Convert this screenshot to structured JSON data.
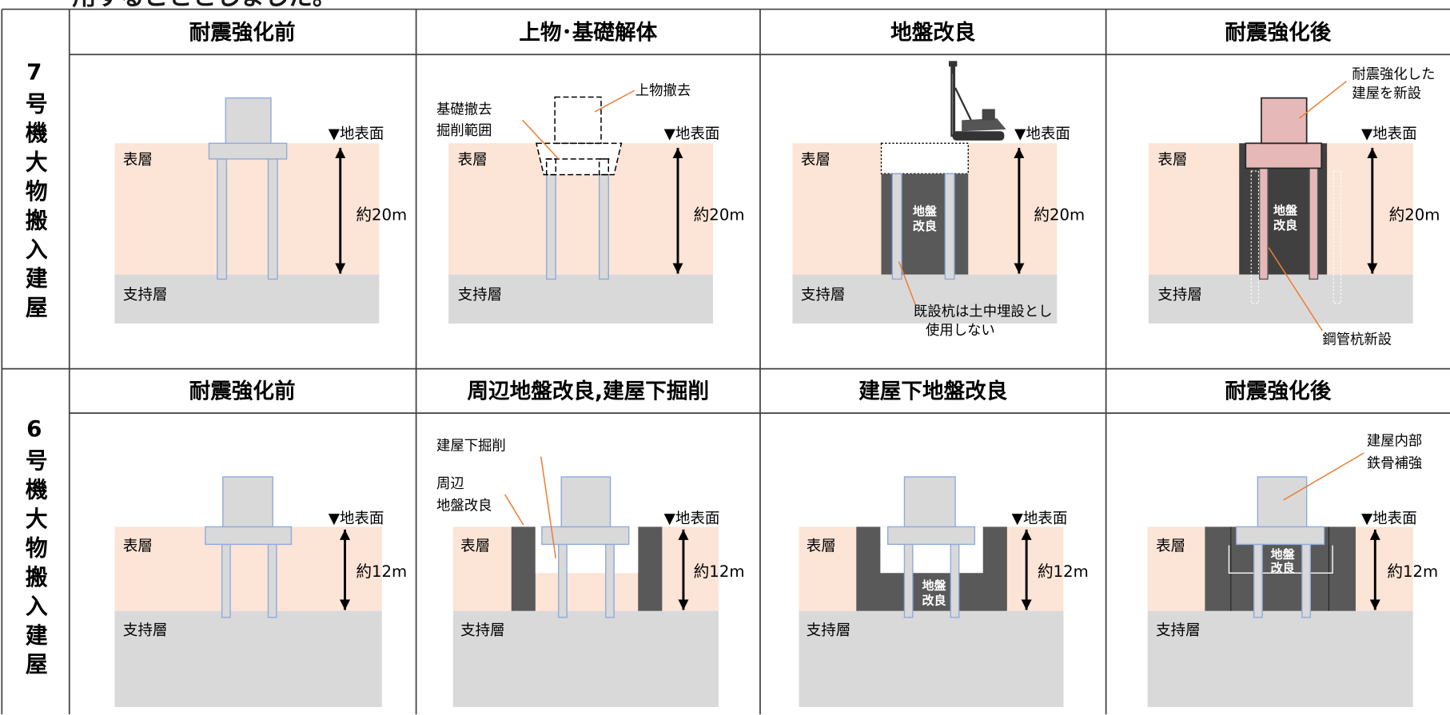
{
  "intro_text": "用することとしました。",
  "rows": [
    {
      "label": "7号機大物搬入建屋",
      "steps": [
        "耐震強化前",
        "上物･基礎解体",
        "地盤改良",
        "耐震強化後"
      ]
    },
    {
      "label": "6号機大物搬入建屋",
      "steps": [
        "耐震強化前",
        "周辺地盤改良,建屋下掘削",
        "建屋下地盤改良",
        "耐震強化後"
      ]
    }
  ],
  "layers": {
    "surface": "表層",
    "bearing": "支持層"
  },
  "ground_level": "▼地表面",
  "depths": {
    "row1": "約20m",
    "row2": "約12m"
  },
  "annotations": {
    "row1": {
      "superstructure_removal": "上物撤去",
      "foundation_removal": [
        "基礎撤去",
        "掘削範囲"
      ],
      "ground_improvement": [
        "地盤",
        "改良"
      ],
      "existing_piles_note": [
        "既設杭は土中埋設とし",
        "使用しない"
      ],
      "new_building": [
        "耐震強化した",
        "建屋を新設"
      ],
      "new_steel_piles": "鋼管杭新設"
    },
    "row2": {
      "under_building_excavation": "建屋下掘削",
      "peripheral_improvement": [
        "周辺",
        "地盤改良"
      ],
      "ground_improvement": [
        "地盤",
        "改良"
      ],
      "internal_reinforcement": [
        "建屋内部",
        "鉄骨補強"
      ]
    }
  },
  "icons": {
    "machine": "pile-driver-icon"
  },
  "colors": {
    "surface_layer": "#fce4d6",
    "bearing_layer": "#d9d9d9",
    "building": "#d9d9d9",
    "building_outline": "#8faadc",
    "improved_ground": "#595959",
    "improved_ground_dark": "#404040",
    "new_building": "#e6b9b8",
    "leader_line": "#ed7d31"
  }
}
